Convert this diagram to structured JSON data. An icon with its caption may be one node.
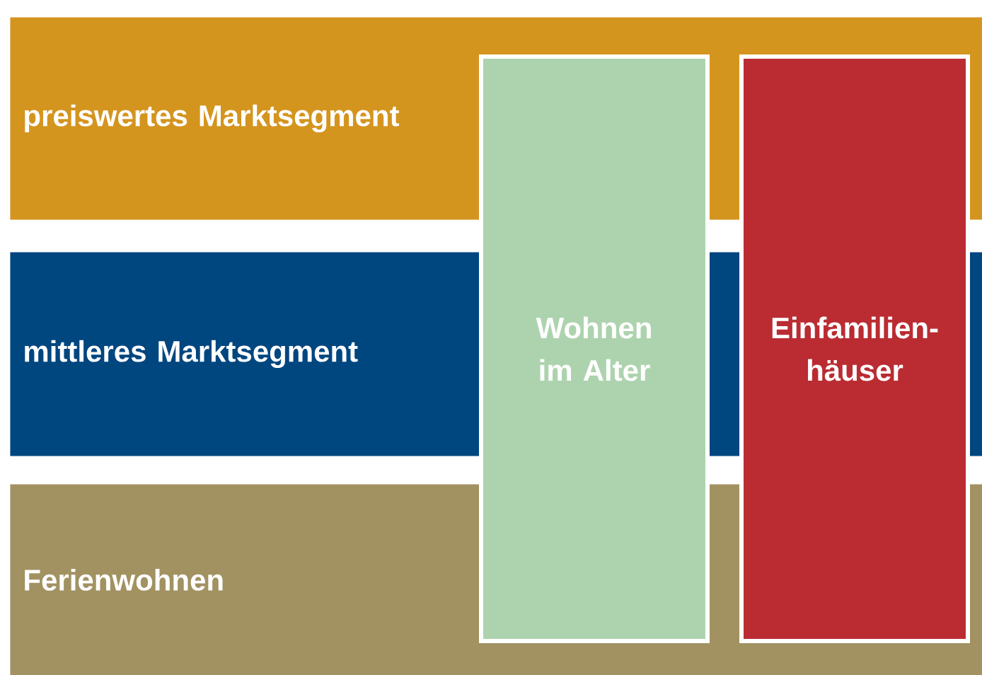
{
  "diagram": {
    "nodes": [
      {
        "text": [
          "preiswertes Marktsegment"
        ]
      },
      {
        "text": [
          "mittleres Marktsegment"
        ]
      },
      {
        "text": [
          "Ferienwohnen"
        ]
      },
      {
        "text": [
          "Wohnen im Alter"
        ]
      },
      {
        "text": [
          "Einfamilien-häuser"
        ]
      }
    ]
  }
}
